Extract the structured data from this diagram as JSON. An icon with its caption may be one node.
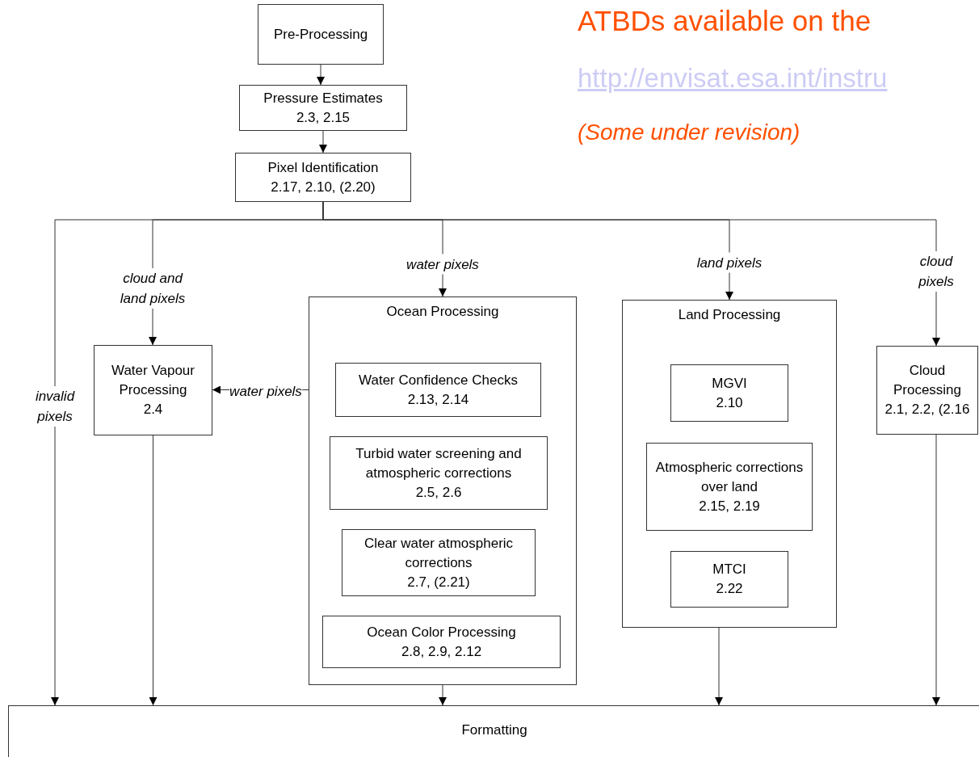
{
  "diagram": {
    "title": "ATBDs available on the",
    "nodes": [
      {
        "text": [
          "Pre-Processing"
        ]
      },
      {
        "text": [
          "Pressure Estimates",
          "2.3, 2.15"
        ]
      },
      {
        "text": [
          "Pixel Identification",
          "2.17, 2.10, (2.20)"
        ]
      },
      {
        "text": [
          "Water Vapour Processing",
          "2.4"
        ]
      },
      {
        "text": [
          "Ocean Processing"
        ]
      },
      {
        "text": [
          "Water Confidence Checks",
          "2.13, 2.14"
        ],
        "in": 4
      },
      {
        "text": [
          "Turbid water screening and atmospheric corrections",
          "2.5, 2.6"
        ],
        "in": 4
      },
      {
        "text": [
          "Clear water atmospheric corrections",
          "2.7, (2.21)"
        ],
        "in": 4
      },
      {
        "text": [
          "Ocean Color Processing",
          "2.8, 2.9, 2.12"
        ],
        "in": 4
      },
      {
        "text": [
          "Land Processing"
        ]
      },
      {
        "text": [
          "MGVI",
          "2.10"
        ],
        "in": 9
      },
      {
        "text": [
          "Atmospheric corrections over land",
          "2.15, 2.19"
        ],
        "in": 9
      },
      {
        "text": [
          "MTCI",
          "2.22"
        ],
        "in": 9
      },
      {
        "text": [
          "Cloud Processing",
          "2.1, 2.2, (2.16"
        ]
      },
      {
        "text": [
          "Formatting"
        ]
      }
    ],
    "edges": [
      {
        "from": 0,
        "to": 1,
        "arrow": "to"
      },
      {
        "from": 1,
        "to": 2,
        "arrow": "to"
      },
      {
        "from": 2,
        "to": 14,
        "arrow": "to",
        "label": "invalid pixels"
      },
      {
        "from": 2,
        "to": 3,
        "arrow": "to",
        "label": "cloud and land pixels"
      },
      {
        "from": 2,
        "to": 4,
        "arrow": "to",
        "label": "water pixels"
      },
      {
        "from": 2,
        "to": 9,
        "arrow": "to",
        "label": "land pixels"
      },
      {
        "from": 2,
        "to": 13,
        "arrow": "to",
        "label": "cloud pixels"
      },
      {
        "from": 5,
        "to": 3,
        "arrow": "to",
        "label": "water pixels"
      },
      {
        "from": 3,
        "to": 14,
        "arrow": "to"
      },
      {
        "from": 4,
        "to": 14,
        "arrow": "to"
      },
      {
        "from": 9,
        "to": 14,
        "arrow": "to"
      },
      {
        "from": 13,
        "to": 14,
        "arrow": "to"
      }
    ],
    "labels": [
      "http://envisat.esa.int/instru",
      "(Some under revision)"
    ]
  }
}
